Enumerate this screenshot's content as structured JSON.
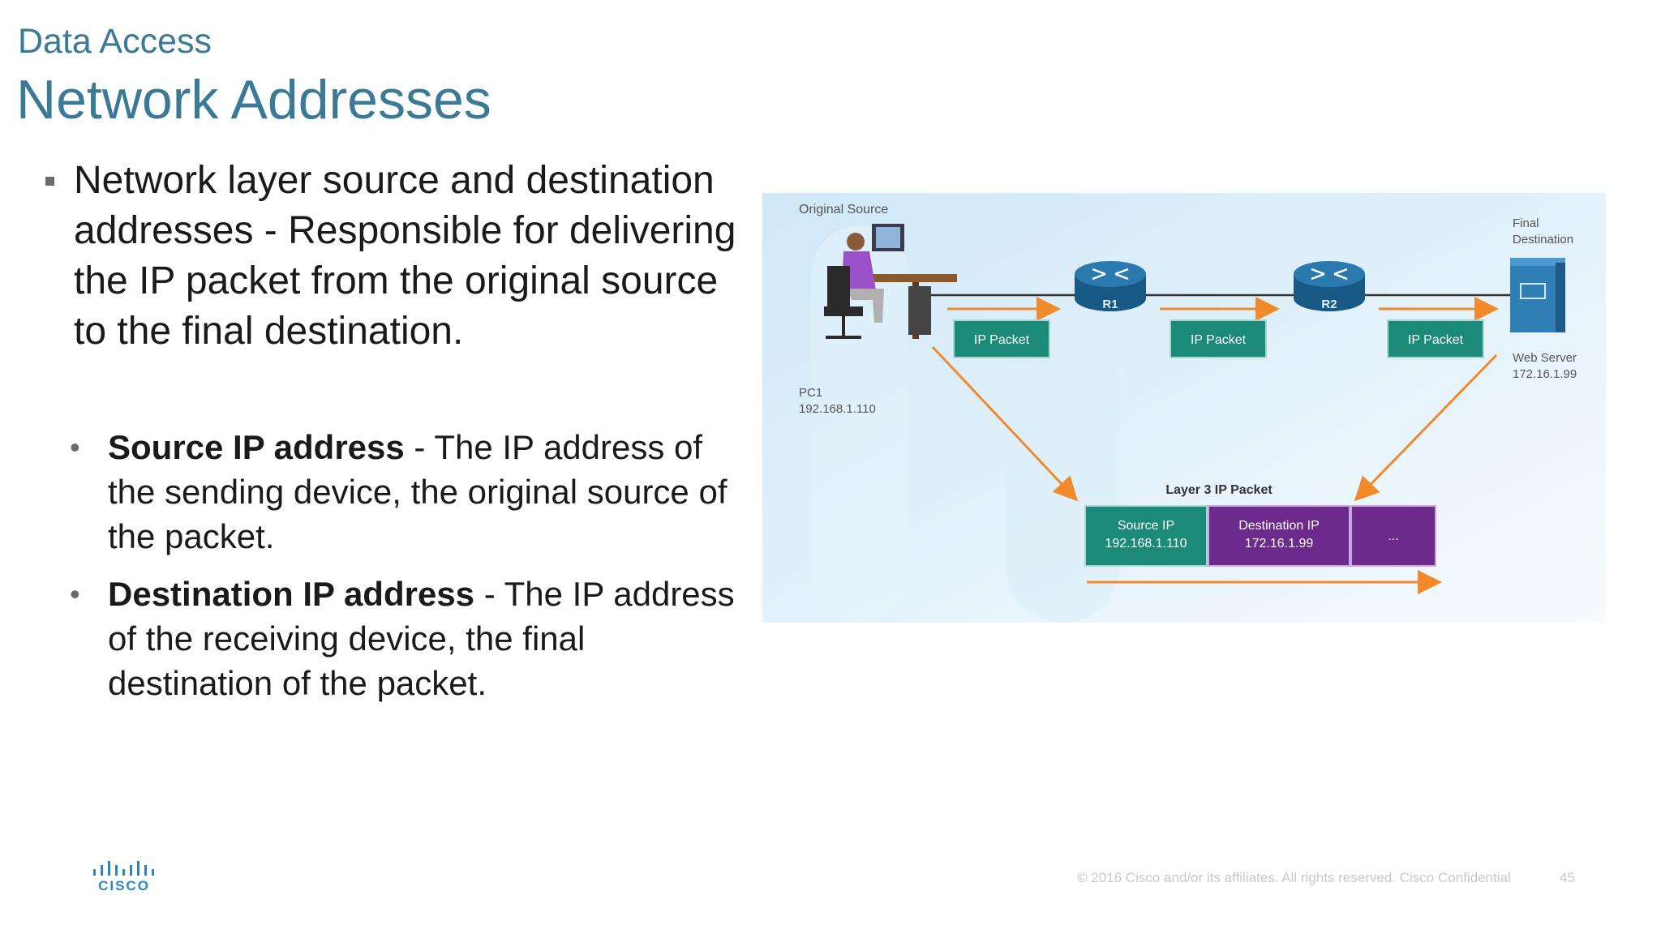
{
  "header": {
    "subtitle": "Data Access",
    "title": "Network Addresses"
  },
  "main_bullet": "Network layer source and destination addresses - Responsible for delivering the IP packet from the original source to the final destination.",
  "sub_bullets": [
    {
      "term": "Source IP address",
      "rest": " - The IP address of the sending device, the original source of the packet."
    },
    {
      "term": "Destination IP address",
      "rest": " - The IP address of the receiving device, the final destination of the packet."
    }
  ],
  "diagram": {
    "original_source_label": "Original Source",
    "final_destination_label_1": "Final",
    "final_destination_label_2": "Destination",
    "pc_name": "PC1",
    "pc_ip": "192.168.1.110",
    "server_name": "Web Server",
    "server_ip": "172.16.1.99",
    "router_1": "R1",
    "router_2": "R2",
    "packet_label": "IP Packet",
    "layer3_title": "Layer 3 IP Packet",
    "source_ip_label": "Source IP",
    "source_ip_value": "192.168.1.110",
    "dest_ip_label": "Destination IP",
    "dest_ip_value": "172.16.1.99",
    "ellipsis": "...",
    "colors": {
      "teal": "#1b8a78",
      "purple": "#6b2a8c",
      "orange": "#f08a2a",
      "router": "#1e6a9a",
      "background": "#d4eaf6"
    }
  },
  "footer": {
    "logo_text": "CISCO",
    "copyright": "© 2016 Cisco and/or its affiliates. All rights reserved. Cisco Confidential",
    "page_number": "45"
  }
}
